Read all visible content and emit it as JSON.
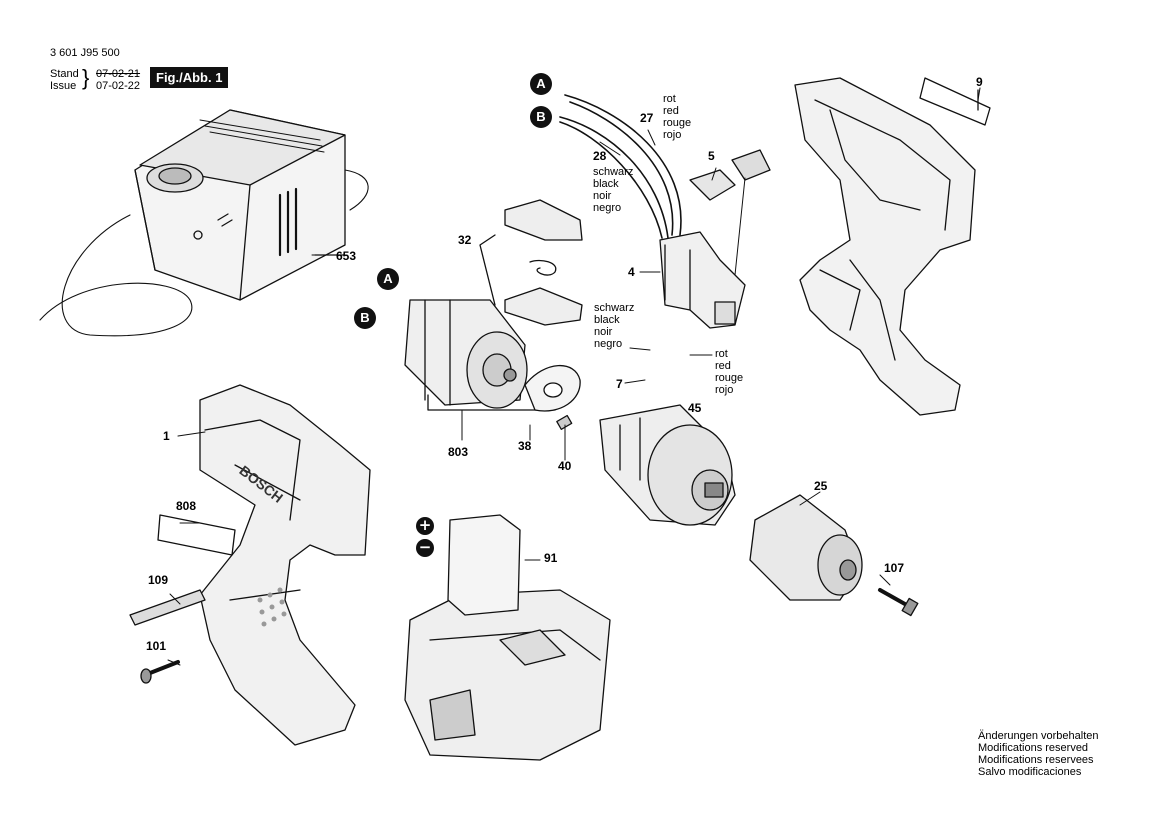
{
  "header": {
    "doc_number": "3 601 J95 500",
    "stand_label": "Stand",
    "issue_label": "Issue",
    "stand_date": "07-02-21",
    "issue_date": "07-02-22",
    "figure_label": "Fig./Abb. 1"
  },
  "parts": {
    "p1": "1",
    "p4": "4",
    "p5": "5",
    "p7": "7",
    "p9": "9",
    "p25": "25",
    "p27": "27",
    "p28": "28",
    "p32": "32",
    "p38": "38",
    "p40": "40",
    "p45": "45",
    "p91": "91",
    "p101": "101",
    "p107": "107",
    "p109": "109",
    "p653": "653",
    "p803": "803",
    "p808": "808"
  },
  "connectors": {
    "a": "A",
    "b": "B",
    "plus": "+",
    "minus": "−"
  },
  "wire_colors": {
    "red": [
      "rot",
      "red",
      "rouge",
      "rojo"
    ],
    "black": [
      "schwarz",
      "black",
      "noir",
      "negro"
    ]
  },
  "tool_brand": "BOSCH",
  "footer": {
    "line1": "Änderungen vorbehalten",
    "line2": "Modifications reserved",
    "line3": "Modifications reservees",
    "line4": "Salvo modificaciones"
  }
}
